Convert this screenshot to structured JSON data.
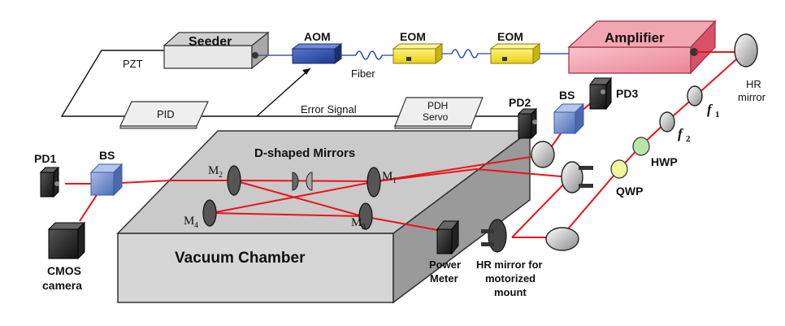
{
  "labels": {
    "seeder": "Seeder",
    "pzt": "PZT",
    "aom": "AOM",
    "eom1": "EOM",
    "eom2": "EOM",
    "fiber": "Fiber",
    "amplifier": "Amplifier",
    "pid": "PID",
    "error_signal": "Error Signal",
    "pdh_servo_line1": "PDH",
    "pdh_servo_line2": "Servo",
    "pd1": "PD1",
    "pd2": "PD2",
    "pd3": "PD3",
    "bs_left": "BS",
    "bs_right": "BS",
    "cmos_line1": "CMOS",
    "cmos_line2": "camera",
    "d_shaped_mirrors": "D-shaped Mirrors",
    "vacuum_chamber": "Vacuum Chamber",
    "power_meter_line1": "Power",
    "power_meter_line2": "Meter",
    "hr_motor_line1": "HR mirror for",
    "hr_motor_line2": "motorized",
    "hr_motor_line3": "mount",
    "hr_mirror_line1": "HR",
    "hr_mirror_line2": "mirror",
    "hwp": "HWP",
    "qwp": "QWP",
    "f1": "f",
    "f1_sub": "1",
    "f2": "f",
    "f2_sub": "2",
    "m1": "M",
    "m1_sub": "1",
    "m2": "M",
    "m2_sub": "2",
    "m3": "M",
    "m3_sub": "3",
    "m4": "M",
    "m4_sub": "4"
  },
  "colors": {
    "laser": "#e8141c",
    "amplifier": "#f0a0ac",
    "aom": "#2a4fa8",
    "eom": "#f5e23a",
    "chamber_top": "#c8c8c8",
    "chamber_front": "#d4d4d4",
    "beam_splitter": "#6f8fc9",
    "hwp": "#b8e6a8",
    "qwp": "#f3f59a"
  },
  "icons": {
    "fiber_coil": "fiber-coil-icon",
    "photodiode": "photodiode-icon",
    "mirror": "mirror-icon",
    "camera": "camera-icon"
  }
}
